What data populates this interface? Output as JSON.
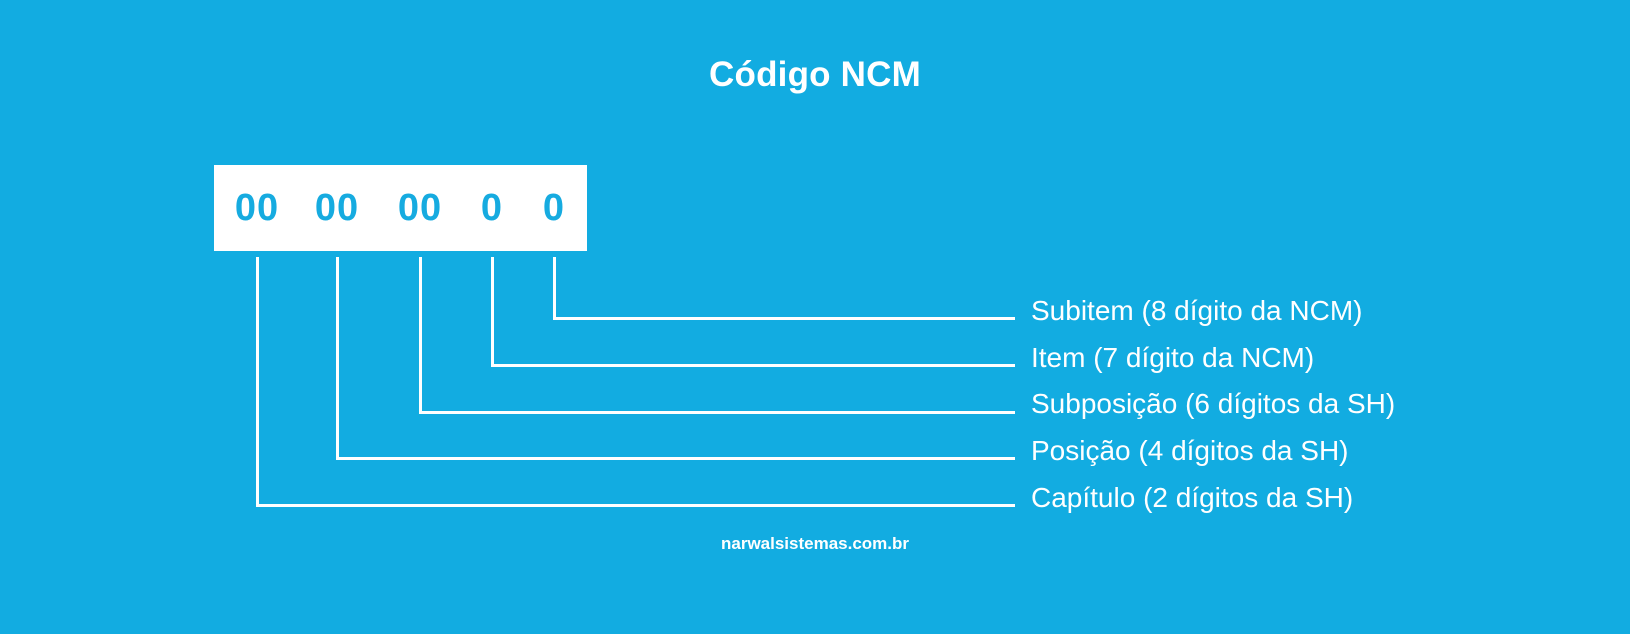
{
  "theme": {
    "background_color": "#12ACE1",
    "box_color": "#FFFFFF",
    "digit_color": "#16ABE0",
    "text_color": "#FFFFFF",
    "line_color": "#FFFFFF"
  },
  "title": "Código NCM",
  "code_box": {
    "groups": [
      {
        "digits": "00"
      },
      {
        "digits": "00"
      },
      {
        "digits": "00"
      },
      {
        "digits": "0"
      },
      {
        "digits": "0"
      }
    ],
    "full_code": "00 00 00 0 0"
  },
  "callouts": [
    {
      "label": "Subitem (8 dígito da NCM)"
    },
    {
      "label": "Item (7 dígito da NCM)"
    },
    {
      "label": "Subposição (6 dígitos da SH)"
    },
    {
      "label": "Posição (4 dígitos da SH)"
    },
    {
      "label": "Capítulo (2 dígitos da SH)"
    }
  ],
  "footer": "narwalsistemas.com.br"
}
